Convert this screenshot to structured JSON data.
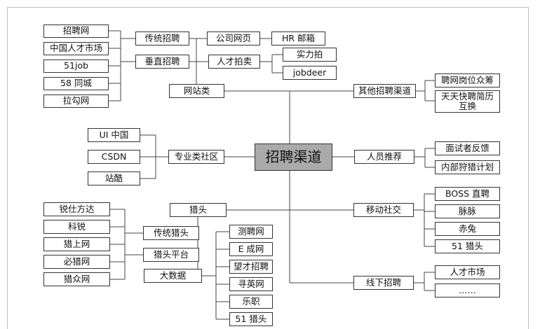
{
  "center": {
    "label": "招聘渠道"
  },
  "nodes": {
    "wangzhanlei": "网站类",
    "chuantongzhaopin": "传统招聘",
    "chuizhizhaopin": "垂直招聘",
    "site_zhaopinwang": "招聘网",
    "site_zhongguorencai": "中国人才市场",
    "site_51job": "51job",
    "site_58": "58 同城",
    "site_lagou": "拉勾网",
    "gongsiwangye": "公司网页",
    "hr_youxiang": "HR 邮箱",
    "rencai_paimai": "人才拍卖",
    "shilipai": "实力拍",
    "jobdeer": "jobdeer",
    "qita_qudao": "其他招聘渠道",
    "pinwang_zhongchou": "聘网岗位众筹",
    "tiantian_kuaipin": "天天快聘简历\n互换",
    "zhuanye_shequ": "专业类社区",
    "ui_zhongguo": "UI 中国",
    "csdn": "CSDN",
    "zhanku": "站酷",
    "renyuan_tuijian": "人员推荐",
    "mianshi_fankui": "面试者反馈",
    "neibu_lieliie": "内部狩猎计划",
    "lietou": "猎头",
    "chuantong_lietou": "传统猎头",
    "lietou_pingtai": "猎头平台",
    "dashuju": "大数据",
    "ruishi": "锐仕方达",
    "kerui": "科锐",
    "lieshang": "猎上网",
    "bilie": "必猎网",
    "liezhong": "猎众网",
    "cepin": "测聘网",
    "echeng": "E 成网",
    "wangcai": "望才招聘",
    "xunying": "寻英网",
    "lezhi": "乐职",
    "lietou51_bottom": "51 猎头",
    "yidong_shejiao": "移动社交",
    "boss": "BOSS 直聘",
    "maimai": "脉脉",
    "chitu": "赤兔",
    "lietou51_right": "51 猎头",
    "xianxia_zhaopin": "线下招聘",
    "rencai_shichang": "人才市场",
    "ellipsis": "……"
  }
}
